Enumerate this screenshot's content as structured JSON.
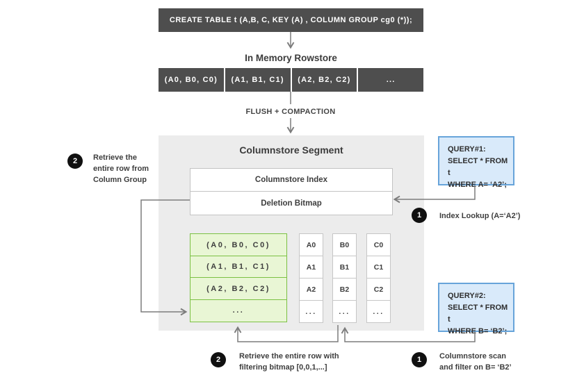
{
  "create_table": {
    "sql": "CREATE TABLE  t (A,B, C, KEY (A) , COLUMN GROUP cg0 (*));"
  },
  "rowstore": {
    "title": "In Memory Rowstore",
    "cells": [
      "(A0, B0, C0)",
      "(A1, B1, C1)",
      "(A2, B2, C2)",
      "..."
    ]
  },
  "flush": {
    "label": "FLUSH + COMPACTION"
  },
  "segment": {
    "title": "Columnstore Segment",
    "index_label": "Columnstore Index",
    "bitmap_label": "Deletion Bitmap",
    "column_group": {
      "rows": [
        "(A0, B0, C0)",
        "(A1, B1, C1)",
        "(A2, B2, C2)",
        "..."
      ]
    },
    "columns": [
      {
        "cells": [
          "A0",
          "A1",
          "A2",
          "..."
        ]
      },
      {
        "cells": [
          "B0",
          "B1",
          "B2",
          "..."
        ]
      },
      {
        "cells": [
          "C0",
          "C1",
          "C2",
          "..."
        ]
      }
    ]
  },
  "queries": [
    {
      "title": "QUERY#1:",
      "body1": "SELECT * FROM t",
      "body2": "WHERE A= ‘A2’;"
    },
    {
      "title": "QUERY#2:",
      "body1": "SELECT * FROM t",
      "body2": "WHERE B= ‘B2’;"
    }
  ],
  "callouts": {
    "retrieve_row_group": {
      "num": "2",
      "line1": "Retrieve the",
      "line2": "entire row from",
      "line3": "Column Group"
    },
    "index_lookup": {
      "num": "1",
      "line1": "Index Lookup (A=‘A2’)"
    },
    "retrieve_row_bitmap": {
      "num": "2",
      "line1": "Retrieve the entire row with",
      "line2": "filtering bitmap [0,0,1,...]"
    },
    "columnstore_scan": {
      "num": "1",
      "line1": "Columnstore scan",
      "line2": "and filter on B= ‘B2’"
    }
  },
  "colors": {
    "dark_box": "#4e4e4e",
    "segment_bg": "#ececec",
    "green_fill": "#e9f6d5",
    "green_border": "#7bc143",
    "blue_fill": "#d9eafa",
    "blue_border": "#67a4da",
    "wire": "#7c7c7c",
    "circle": "#101010",
    "text": "#3e3e3e"
  }
}
